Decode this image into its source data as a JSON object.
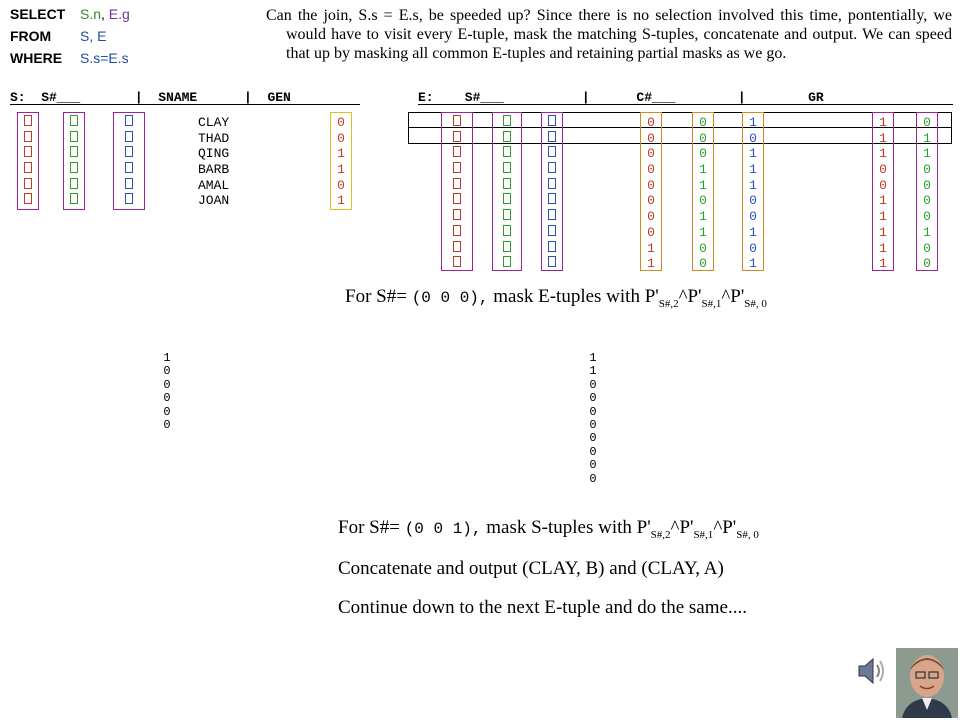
{
  "sql": {
    "select_kw": "SELECT",
    "select_args": [
      {
        "text": "S.n",
        "color": "green"
      },
      {
        "text": ", ",
        "color": "none"
      },
      {
        "text": "E.g",
        "color": "purple"
      }
    ],
    "from_kw": "FROM",
    "from_args": "S, E",
    "where_kw": "WHERE",
    "where_args": "S.s=E.s"
  },
  "intro": "Can the join,  S.s = E.s,  be speeded up?  Since there is no selection involved this time, pontentially, we would have to visit every E-tuple, mask the matching S-tuples, concatenate and output.  We can speed that up by masking all common E-tuples and retaining partial masks as we go.",
  "headers": {
    "s_header": "S:  S#___       |  SNAME      |  GEN",
    "e_header": "E:    S#___          |      C#___        |        GR"
  },
  "s_table": {
    "sname": [
      "CLAY",
      "THAD",
      "QING",
      "BARB",
      "AMAL",
      "JOAN"
    ],
    "gen": [
      "0",
      "0",
      "1",
      "1",
      "0",
      "1"
    ]
  },
  "e_table": {
    "c1": [
      "0",
      "0",
      "0",
      "0",
      "0",
      "0",
      "0",
      "0",
      "1",
      "1"
    ],
    "c2": [
      "0",
      "0",
      "0",
      "1",
      "1",
      "0",
      "1",
      "1",
      "0",
      "0"
    ],
    "c3": [
      "1",
      "0",
      "1",
      "1",
      "1",
      "0",
      "0",
      "1",
      "0",
      "1"
    ],
    "gr1": [
      "1",
      "1",
      "1",
      "0",
      "0",
      "1",
      "1",
      "1",
      "1",
      "1"
    ],
    "gr2": [
      "0",
      "1",
      "1",
      "0",
      "0",
      "0",
      "0",
      "1",
      "0",
      "0"
    ]
  },
  "para1": {
    "lead": "For S#= ",
    "bits": "(0   0   0),",
    "rest": " mask E-tuples with P'",
    "s1": "S#,2",
    "m2": "^P'",
    "s2": "S#,1",
    "m3": "^P'",
    "s3": "S#, 0"
  },
  "vec_s": [
    "1",
    "0",
    "0",
    "0",
    "0",
    "0"
  ],
  "vec_e": [
    "1",
    "1",
    "0",
    "0",
    "0",
    "0",
    "0",
    "0",
    "0",
    "0"
  ],
  "para2": {
    "lead": "For S#= ",
    "bits": "(0   0   1),",
    "rest": " mask S-tuples with P'",
    "s1": "S#,2",
    "m2": "^P'",
    "s2": "S#,1",
    "m3": "^P'",
    "s3": "S#, 0"
  },
  "para3": "Concatenate and output  (CLAY, B) and (CLAY, A)",
  "para4": "Continue down to the next E-tuple and do the same....",
  "colors": {
    "red": "#c0392b",
    "green": "#2e9b2e",
    "blue": "#2b4fbf",
    "purple": "#a020a0",
    "yellow": "#e0c020",
    "orange": "#d08a20"
  }
}
